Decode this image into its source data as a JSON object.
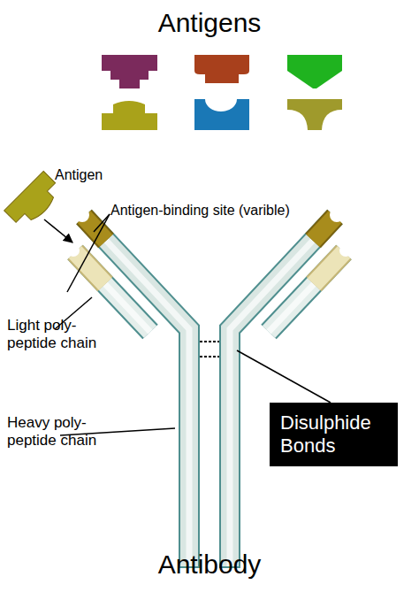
{
  "diagram": {
    "nodes": [
      {
        "text": [
          "Disulphide Bonds"
        ]
      }
    ],
    "labels": [
      "Antigens",
      "Antigen",
      "Antigen-binding site (varible)",
      "Light poly-peptide chain",
      "Heavy poly-peptide chain",
      "Antibody"
    ]
  }
}
